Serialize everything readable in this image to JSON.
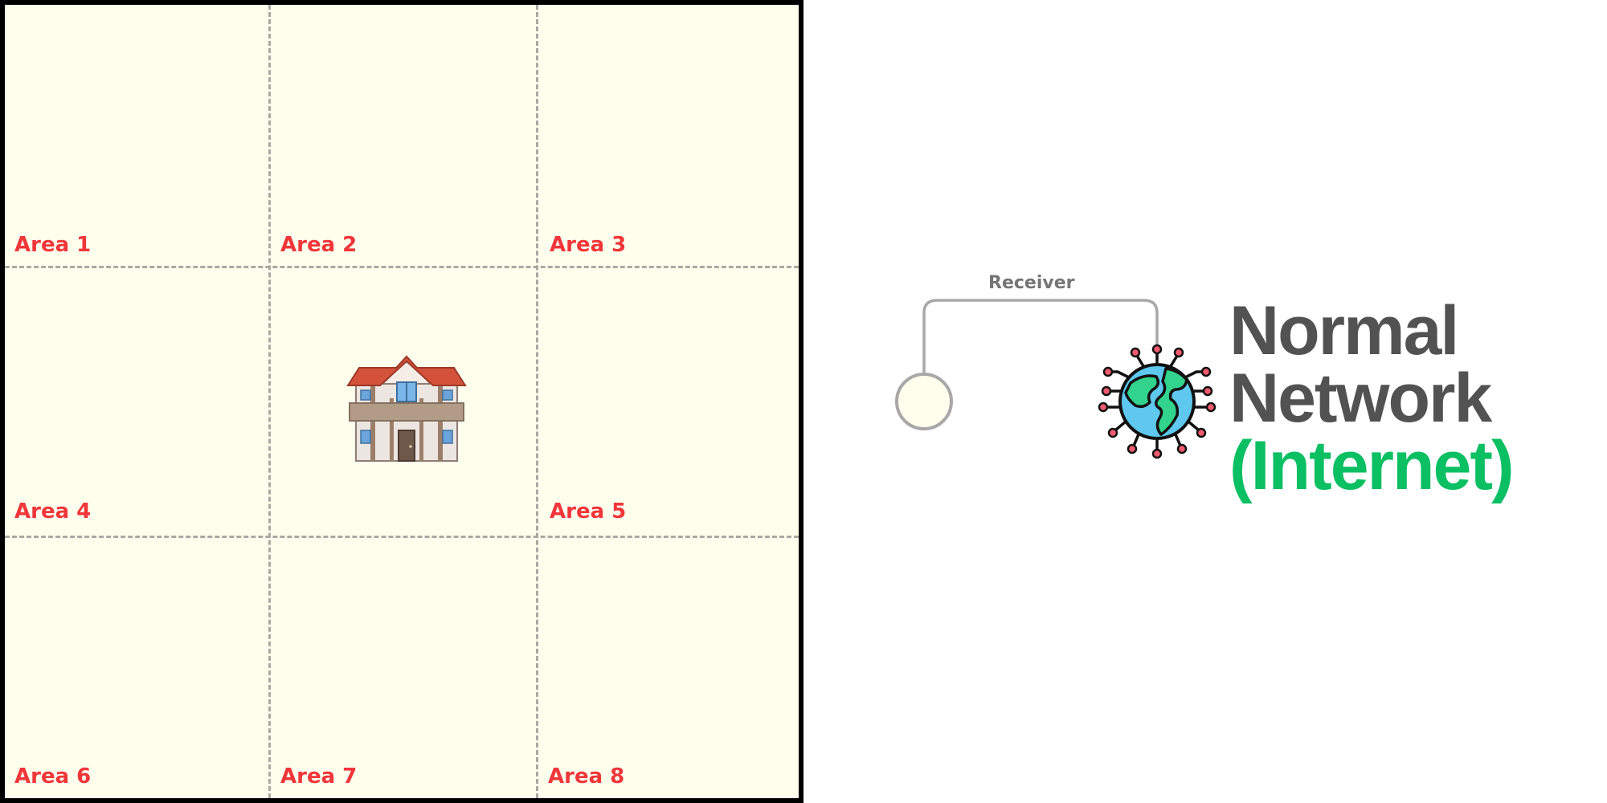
{
  "map": {
    "areas": [
      "Area 1",
      "Area 2",
      "Area 3",
      "Area 4",
      "Area 5",
      "Area 6",
      "Area 7",
      "Area 8"
    ],
    "center_icon": "house-icon",
    "background_color": "#fefeec",
    "label_color": "#f0353b"
  },
  "receiver": {
    "label": "Receiver"
  },
  "network": {
    "icon": "globe-network-icon",
    "title_line1": "Normal",
    "title_line2": "Network",
    "title_line3": "(Internet)",
    "title_color": "#525252",
    "accent_color": "#0bbf63"
  }
}
